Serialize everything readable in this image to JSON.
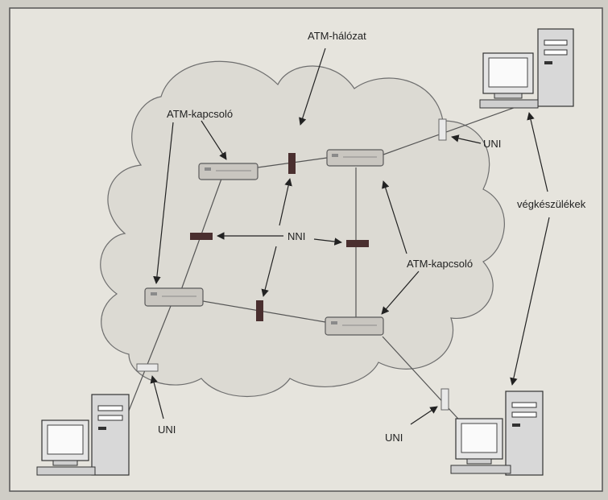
{
  "labels": {
    "network": "ATM-hálózat",
    "switch_top": "ATM-kapcsoló",
    "switch_right": "ATM-kapcsoló",
    "nni": "NNI",
    "uni_top_right": "UNI",
    "uni_bottom_left": "UNI",
    "uni_bottom_right": "UNI",
    "end_devices": "végkészülékek"
  },
  "colors": {
    "page": "#e6e4dd",
    "frame": "#555555",
    "cloud_fill": "#dcdad3",
    "cloud_stroke": "#6e6e6e",
    "switch_body": "#c9c6c0",
    "switch_stroke": "#5a5a5a",
    "nni_interface": "#4a2f2f",
    "uni_interface": "#e9e9e9",
    "arrow": "#222222",
    "link": "#555555"
  }
}
